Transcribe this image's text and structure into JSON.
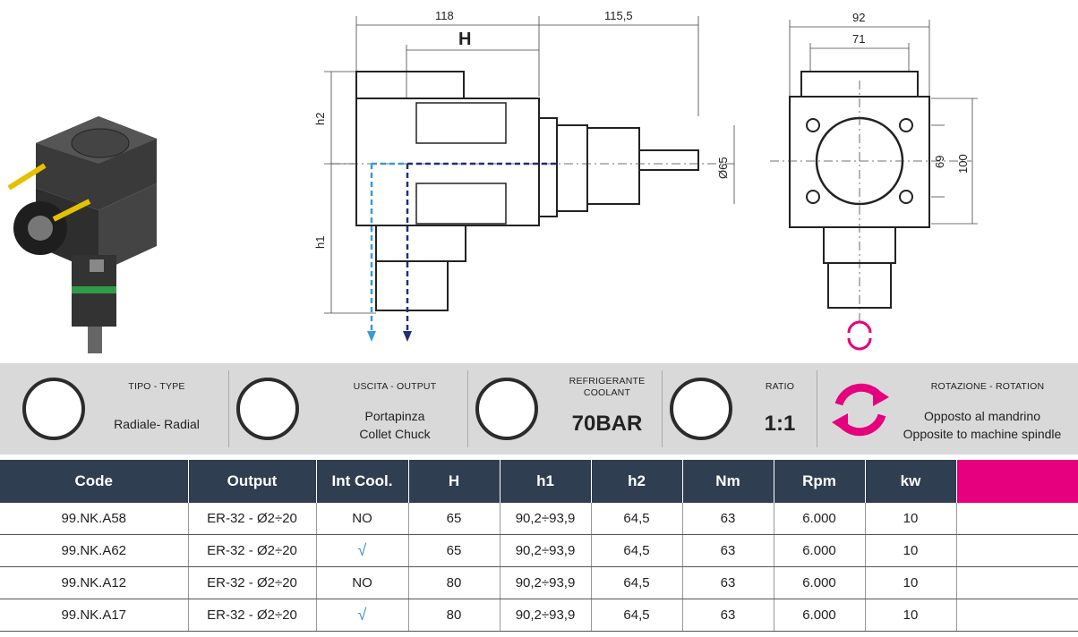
{
  "drawing": {
    "dims": {
      "w118": "118",
      "w115": "115,5",
      "H": "H",
      "h2": "h2",
      "h1": "h1",
      "d65": "Ø65",
      "w92": "92",
      "w71": "71",
      "h69": "69",
      "h100": "100"
    }
  },
  "info": {
    "type": {
      "label": "TIPO - TYPE",
      "value": "Radiale- Radial"
    },
    "output": {
      "label": "USCITA - OUTPUT",
      "value1": "Portapinza",
      "value2": "Collet Chuck"
    },
    "coolant": {
      "label1": "REFRIGERANTE",
      "label2": "COOLANT",
      "value": "70BAR"
    },
    "ratio": {
      "label": "RATIO",
      "value": "1:1"
    },
    "rotation": {
      "label": "ROTAZIONE - ROTATION",
      "value1": "Opposto al mandrino",
      "value2": "Opposite to machine spindle"
    }
  },
  "table": {
    "headers": [
      "Code",
      "Output",
      "Int Cool.",
      "H",
      "h1",
      "h2",
      "Nm",
      "Rpm",
      "kw",
      ""
    ],
    "rows": [
      [
        "99.NK.A58",
        "ER-32 - Ø2÷20",
        "NO",
        "65",
        "90,2÷93,9",
        "64,5",
        "63",
        "6.000",
        "10",
        ""
      ],
      [
        "99.NK.A62",
        "ER-32 - Ø2÷20",
        "√",
        "65",
        "90,2÷93,9",
        "64,5",
        "63",
        "6.000",
        "10",
        ""
      ],
      [
        "99.NK.A12",
        "ER-32 - Ø2÷20",
        "NO",
        "80",
        "90,2÷93,9",
        "64,5",
        "63",
        "6.000",
        "10",
        ""
      ],
      [
        "99.NK.A17",
        "ER-32 - Ø2÷20",
        "√",
        "80",
        "90,2÷93,9",
        "64,5",
        "63",
        "6.000",
        "10",
        ""
      ]
    ]
  },
  "colors": {
    "header_bg": "#2f3e50",
    "accent_pink": "#e6007e",
    "coolant_blue": "#3a8fd0"
  }
}
